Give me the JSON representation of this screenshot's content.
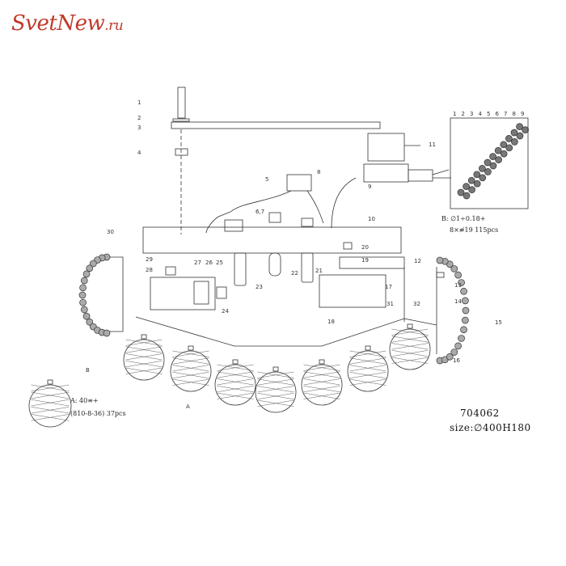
{
  "brand": {
    "name": "SvetNew",
    "tld": ".ru"
  },
  "callouts": [
    "1",
    "2",
    "3",
    "4",
    "5",
    "6",
    "7",
    "8",
    "9",
    "10",
    "11",
    "12",
    "13",
    "14",
    "15",
    "16",
    "17",
    "18",
    "19",
    "20",
    "21",
    "22",
    "23",
    "24",
    "25",
    "26",
    "27",
    "28",
    "29",
    "30",
    "31",
    "32"
  ],
  "labels": {
    "label_67": "6,7",
    "label_B": "B",
    "label_A": "A",
    "strip_numbers": [
      "1",
      "2",
      "3",
      "4",
      "5",
      "6",
      "7",
      "8",
      "9"
    ]
  },
  "spec_B": {
    "line1": "B: ∅1÷0.18+",
    "line2": "8×≢19  115pcs"
  },
  "spec_A": {
    "line1": "A: 40≡+",
    "line2": "(810-8-36)  37pcs"
  },
  "product": {
    "model": "704062",
    "size": "size:∅400H180"
  },
  "colors": {
    "brand": "#c0392b",
    "line": "#333333"
  }
}
